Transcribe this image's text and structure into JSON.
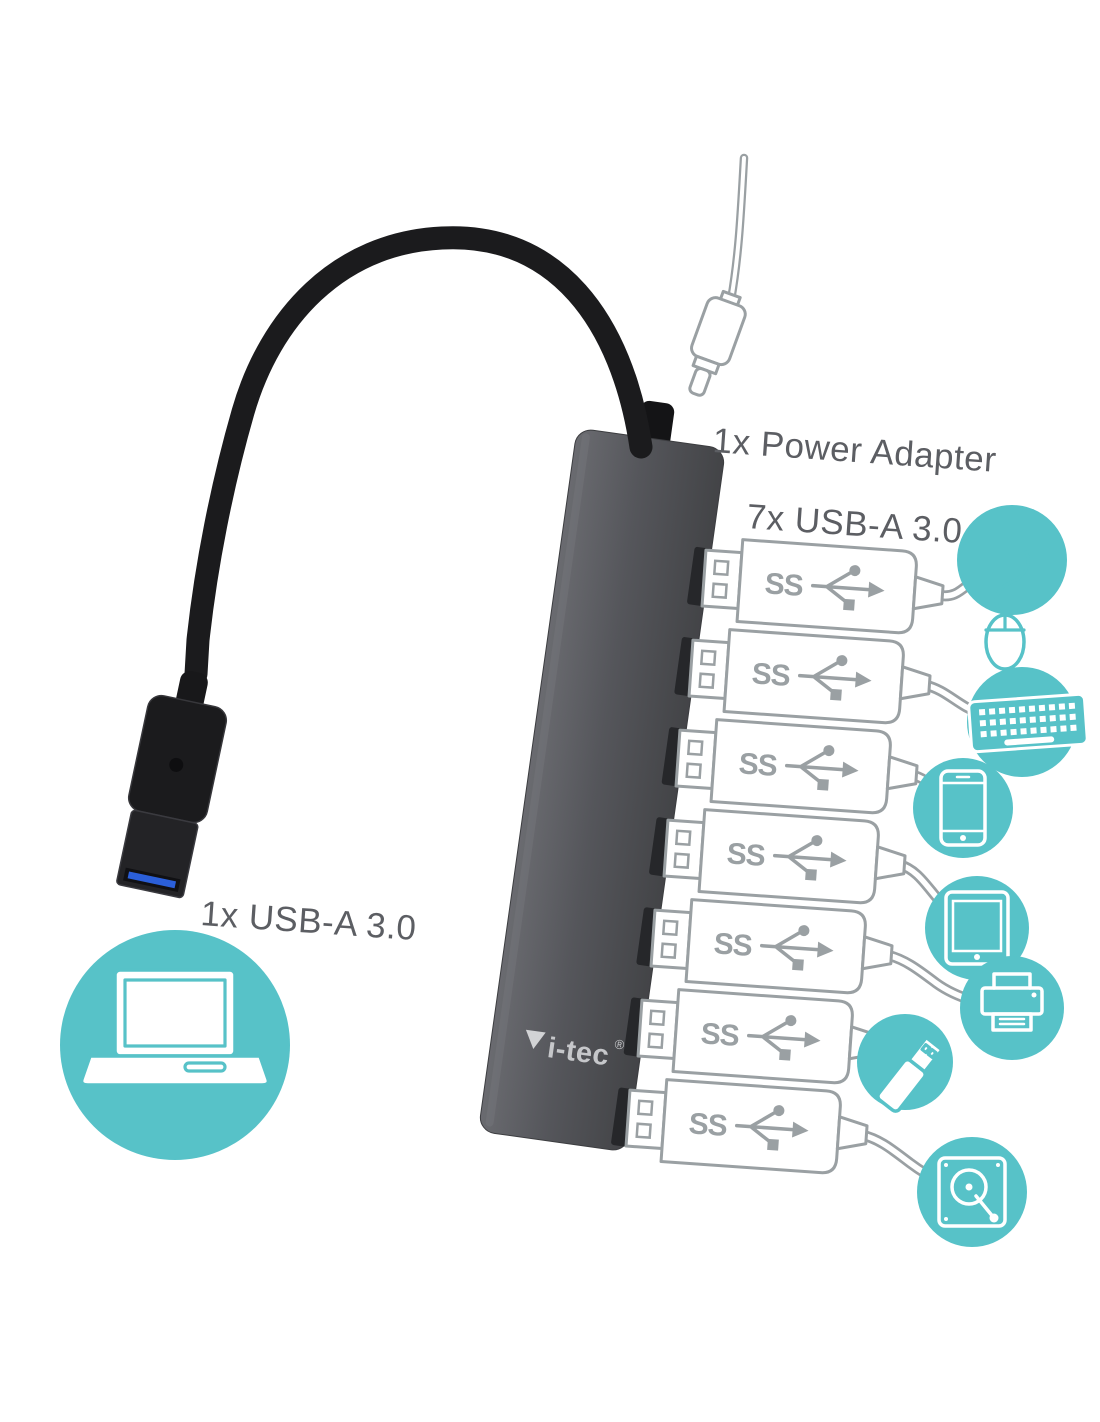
{
  "image": {
    "type": "product-connectivity-diagram",
    "background": "#ffffff",
    "subject": "7-port USB 3.0 hub with power adapter"
  },
  "colors": {
    "accent_teal": "#57c2c8",
    "hub_gray_light": "#66676c",
    "hub_gray_dark": "#454649",
    "cable_black": "#1b1b1d",
    "outline_gray": "#9aa0a3",
    "label_gray": "#5c5e63",
    "usb_blue": "#2b5fd9"
  },
  "labels": {
    "power_adapter": "1x Power Adapter",
    "usb_ports": "7x USB-A 3.0",
    "usb_host": "1x USB-A 3.0",
    "usb3_logo": "SS",
    "brand": "i-tec",
    "brand_reg": "®"
  },
  "hub": {
    "port_count": 7,
    "ports": [
      {
        "index": 1,
        "connector": "USB-A 3.0",
        "device": "mouse"
      },
      {
        "index": 2,
        "connector": "USB-A 3.0",
        "device": "keyboard"
      },
      {
        "index": 3,
        "connector": "USB-A 3.0",
        "device": "smartphone"
      },
      {
        "index": 4,
        "connector": "USB-A 3.0",
        "device": "tablet"
      },
      {
        "index": 5,
        "connector": "USB-A 3.0",
        "device": "printer"
      },
      {
        "index": 6,
        "connector": "USB-A 3.0",
        "device": "usb-flash-drive"
      },
      {
        "index": 7,
        "connector": "USB-A 3.0",
        "device": "hard-drive"
      }
    ],
    "host_connection": {
      "connector": "USB-A 3.0",
      "device": "laptop"
    },
    "power": {
      "connector": "DC barrel plug",
      "label": "1x Power Adapter"
    }
  },
  "icons": [
    {
      "name": "mouse-icon"
    },
    {
      "name": "keyboard-icon"
    },
    {
      "name": "smartphone-icon"
    },
    {
      "name": "tablet-icon"
    },
    {
      "name": "printer-icon"
    },
    {
      "name": "usb-flash-drive-icon"
    },
    {
      "name": "hard-drive-icon"
    },
    {
      "name": "laptop-icon"
    }
  ]
}
